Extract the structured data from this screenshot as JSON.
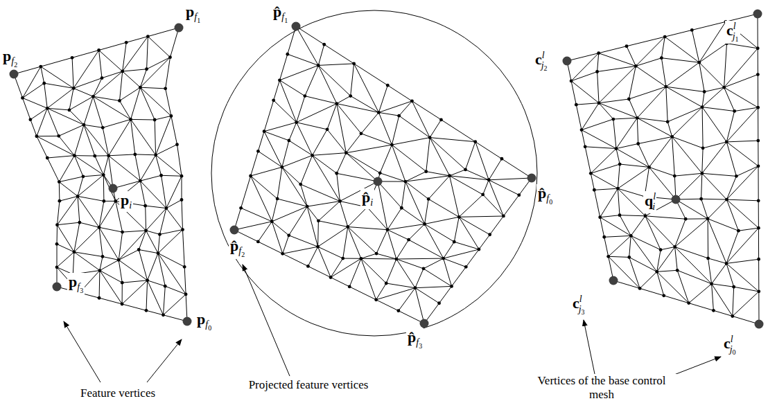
{
  "diagram": {
    "labels": [
      "pf1",
      "pf2",
      "pi",
      "pf3",
      "pf0",
      "p̂f1",
      "p̂i",
      "p̂f0",
      "p̂f2",
      "p̂f3",
      "clj1",
      "clj2",
      "qli",
      "clj3",
      "clj0",
      "Feature vertices",
      "Projected feature vertices",
      "Vertices of the base control mesh"
    ]
  }
}
